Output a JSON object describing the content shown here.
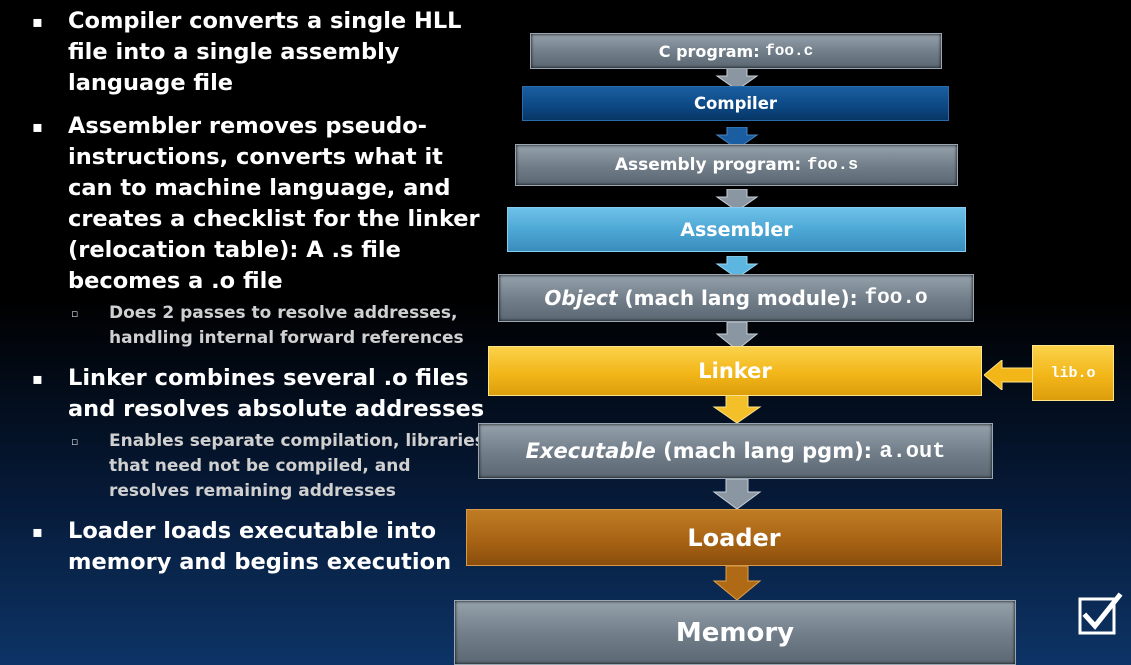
{
  "bullets": [
    {
      "text": "Compiler converts a single HLL file into a single assembly language file",
      "subs": []
    },
    {
      "text": "Assembler removes pseudo-instructions, converts what it can to machine language, and creates a checklist for the linker (relocation table): A .s file becomes a .o file",
      "subs": [
        "Does 2 passes to resolve addresses, handling internal forward references"
      ]
    },
    {
      "text": "Linker combines several .o files and resolves absolute addresses",
      "subs": [
        "Enables separate compilation, libraries that need not be compiled, and resolves remaining addresses"
      ]
    },
    {
      "text": "Loader loads executable into memory and begins execution",
      "subs": []
    }
  ],
  "pipeline": {
    "c_program_label": "C program: ",
    "c_program_file": "foo.c",
    "compiler": "Compiler",
    "assembly_label": "Assembly program: ",
    "assembly_file": "foo.s",
    "assembler": "Assembler",
    "object_italic": "Object",
    "object_label": " (mach lang module): ",
    "object_file": "foo.o",
    "linker": "Linker",
    "library_file": "lib.o",
    "executable_italic": "Executable",
    "executable_label": " (mach lang pgm): ",
    "executable_file": "a.out",
    "loader": "Loader",
    "memory": "Memory"
  },
  "colors": {
    "compiler": "#0d4a86",
    "assembler": "#4aa5d3",
    "linker": "#f2b619",
    "loader": "#a86414",
    "gray_stage": "#7a8691"
  },
  "icons": {
    "corner": "checkbox-icon"
  }
}
